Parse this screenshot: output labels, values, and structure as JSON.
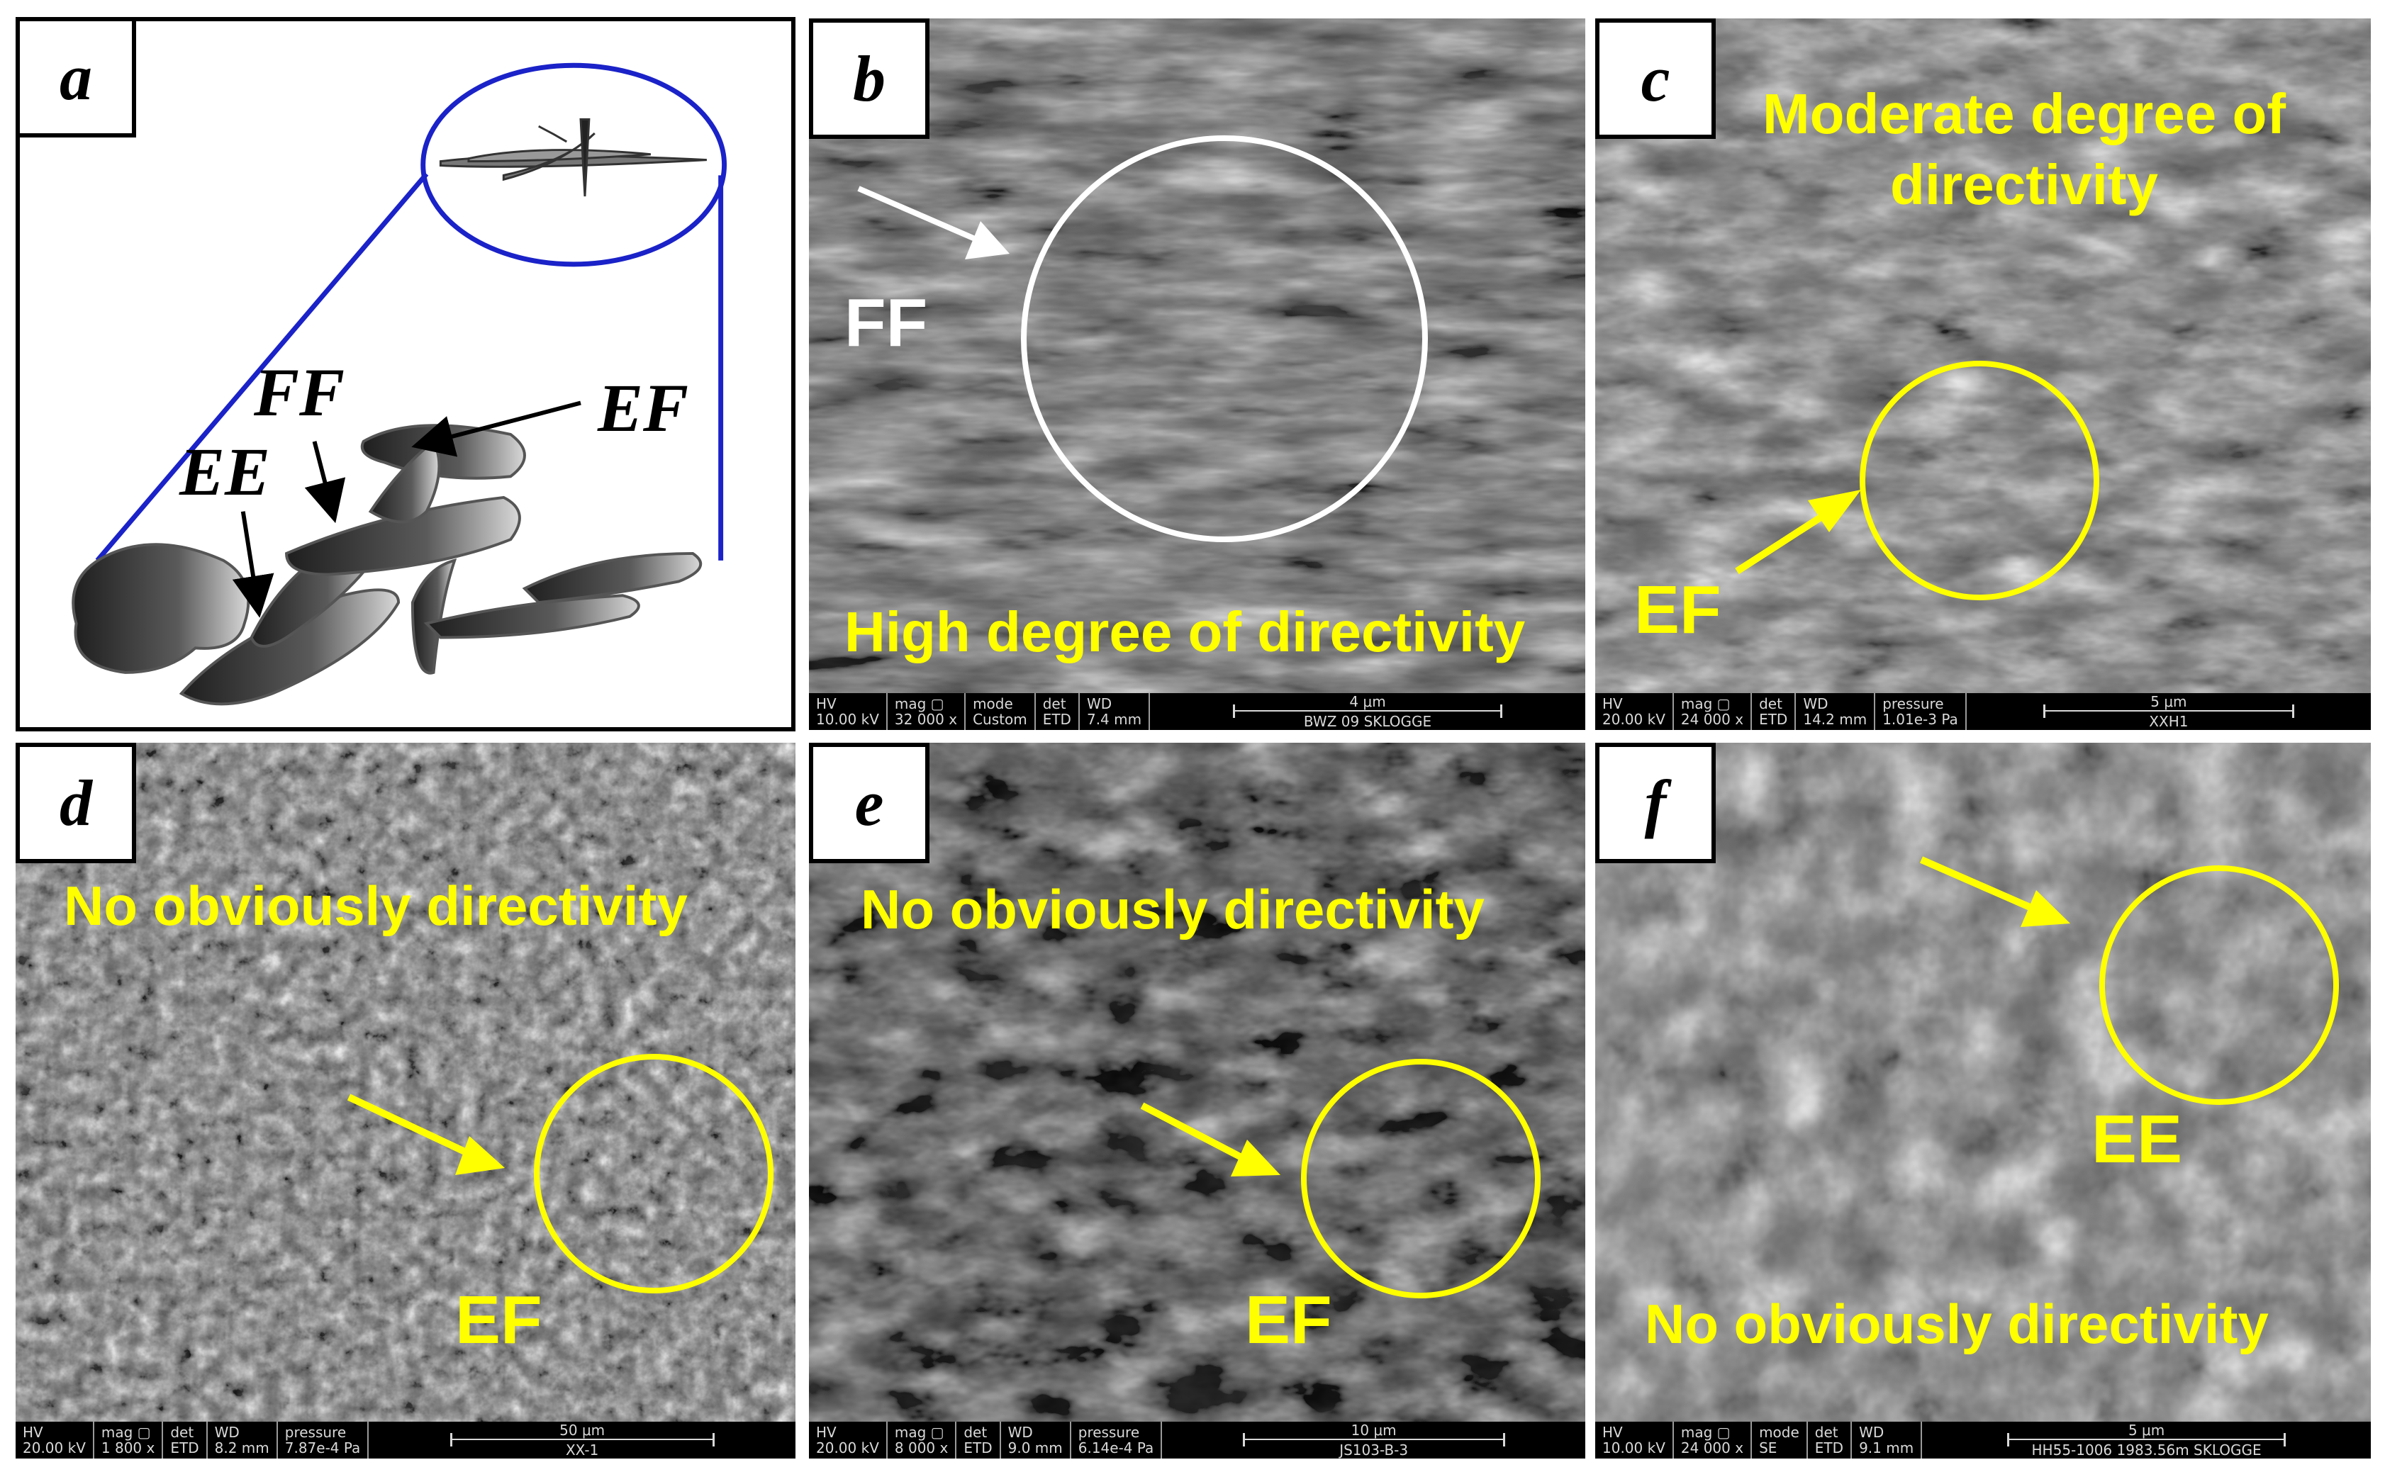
{
  "panels": {
    "a": {
      "letter": "a",
      "labels": {
        "ff": "FF",
        "ee": "EE",
        "ef": "EF"
      }
    },
    "b": {
      "letter": "b",
      "label": "FF",
      "caption": "High degree of directivity",
      "bar": {
        "hv": [
          "HV",
          "10.00 kV"
        ],
        "mag": [
          "mag ▢",
          "32 000 x"
        ],
        "mode": [
          "mode",
          "Custom"
        ],
        "det": [
          "det",
          "ETD"
        ],
        "wd": [
          "WD",
          "7.4 mm"
        ],
        "scale": "4 μm",
        "sample": "BWZ 09   SKLOGGE"
      }
    },
    "c": {
      "letter": "c",
      "caption": "Moderate degree of directivity",
      "label": "EF",
      "bar": {
        "hv": [
          "HV",
          "20.00 kV"
        ],
        "mag": [
          "mag ▢",
          "24 000 x"
        ],
        "det": [
          "det",
          "ETD"
        ],
        "wd": [
          "WD",
          "14.2 mm"
        ],
        "pressure": [
          "pressure",
          "1.01e-3 Pa"
        ],
        "scale": "5 μm",
        "sample": "XXH1"
      }
    },
    "d": {
      "letter": "d",
      "caption": "No obviously directivity",
      "label": "EF",
      "bar": {
        "hv": [
          "HV",
          "20.00 kV"
        ],
        "mag": [
          "mag ▢",
          "1 800 x"
        ],
        "det": [
          "det",
          "ETD"
        ],
        "wd": [
          "WD",
          "8.2 mm"
        ],
        "pressure": [
          "pressure",
          "7.87e-4 Pa"
        ],
        "scale": "50 μm",
        "sample": "XX-1"
      }
    },
    "e": {
      "letter": "e",
      "caption": "No obviously directivity",
      "label": "EF",
      "bar": {
        "hv": [
          "HV",
          "20.00 kV"
        ],
        "mag": [
          "mag ▢",
          "8 000 x"
        ],
        "det": [
          "det",
          "ETD"
        ],
        "wd": [
          "WD",
          "9.0 mm"
        ],
        "pressure": [
          "pressure",
          "6.14e-4 Pa"
        ],
        "scale": "10 μm",
        "sample": "JS103-B-3"
      }
    },
    "f": {
      "letter": "f",
      "label": "EE",
      "caption": "No obviously directivity",
      "bar": {
        "hv": [
          "HV",
          "10.00 kV"
        ],
        "mag": [
          "mag ▢",
          "24 000 x"
        ],
        "mode": [
          "mode",
          "SE"
        ],
        "det": [
          "det",
          "ETD"
        ],
        "wd": [
          "WD",
          "9.1 mm"
        ],
        "scale": "5 μm",
        "sample": "HH55-1006   1983.56m   SKLOGGE"
      }
    }
  },
  "colors": {
    "highlight": "#ffff00",
    "diagram_line": "#1a22c8",
    "arrow_white": "#ffffff",
    "frame": "#000000"
  }
}
